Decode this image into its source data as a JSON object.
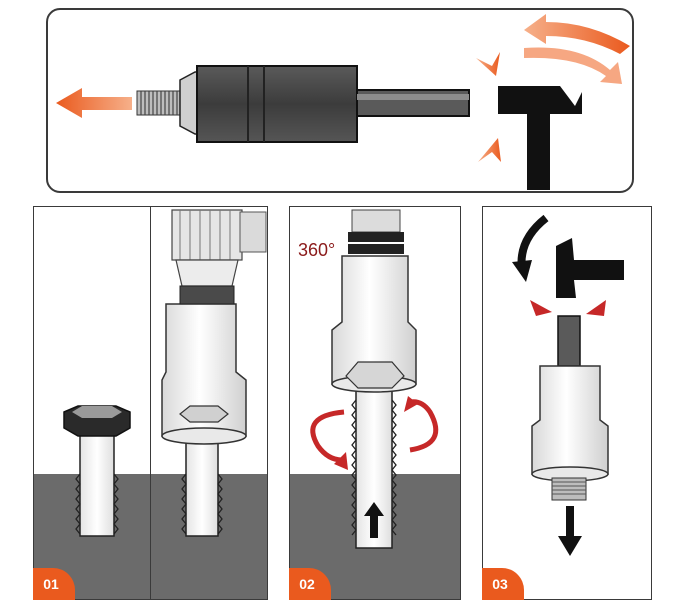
{
  "steps": [
    {
      "label": "01"
    },
    {
      "label": "02",
      "rotation_text": "360°"
    },
    {
      "label": "03"
    }
  ],
  "colors": {
    "accent_orange": "#ea5a1e",
    "arrow_red": "#c62828",
    "material_gray": "#6b6b6b",
    "dark": "#1a1a1a"
  },
  "icons": [
    "hammer-icon",
    "arrow-left-icon",
    "arrow-up-icon",
    "arrow-down-icon",
    "rotate-arrow-icon",
    "curved-arrow-icon"
  ]
}
